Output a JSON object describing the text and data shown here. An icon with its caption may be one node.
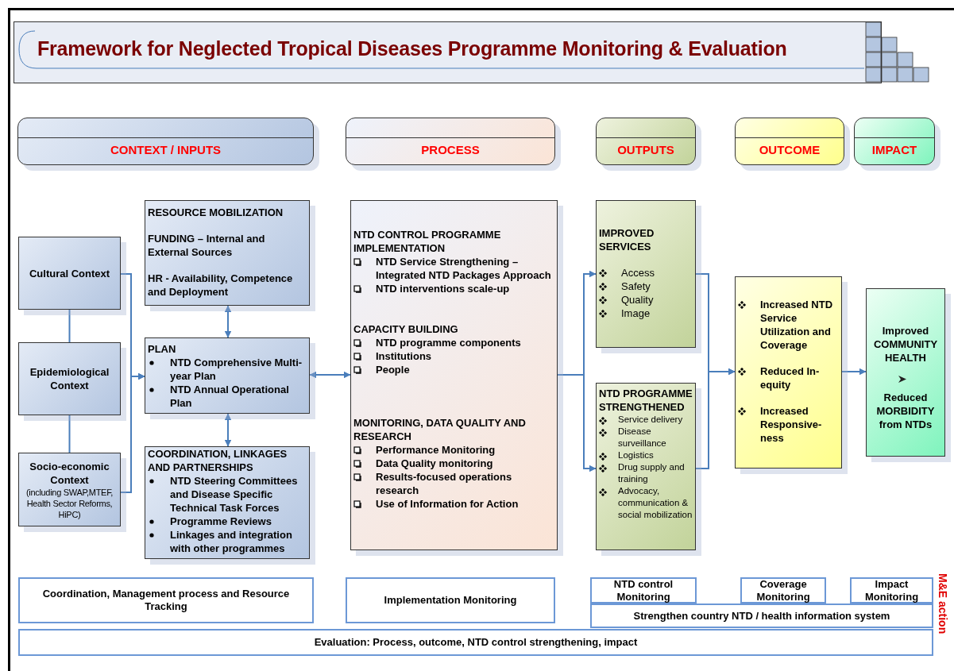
{
  "diagram": {
    "title": "Framework for Neglected Tropical Diseases Programme Monitoring & Evaluation",
    "nodes": [
      {
        "text": [
          "CONTEXT / INPUTS"
        ]
      },
      {
        "text": [
          "PROCESS"
        ]
      },
      {
        "text": [
          "OUTPUTS"
        ]
      },
      {
        "text": [
          "OUTCOME"
        ]
      },
      {
        "text": [
          "IMPACT"
        ]
      },
      {
        "text": [
          "Cultural Context"
        ]
      },
      {
        "text": [
          "Epidemiological Context"
        ]
      },
      {
        "text": [
          "Socio-economic Context",
          "(including SWAP,MTEF, Health Sector Reforms, HiPC)"
        ]
      },
      {
        "text": [
          "RESOURCE MOBILIZATION",
          "FUNDING – Internal  and External Sources",
          "HR - Availability, Competence and Deployment"
        ]
      },
      {
        "text": [
          "PLAN",
          "NTD Comprehensive Multi-year Plan",
          "NTD Annual Operational Plan"
        ]
      },
      {
        "text": [
          "COORDINATION, LINKAGES AND PARTNERSHIPS",
          "NTD Steering Committees and Disease Specific Technical Task Forces",
          "Programme Reviews",
          "Linkages and integration with other programmes"
        ]
      },
      {
        "text": [
          "NTD CONTROL PROGRAMME IMPLEMENTATION",
          "NTD Service Strengthening – Integrated NTD Packages Approach",
          "NTD interventions scale-up",
          "CAPACITY BUILDING",
          "NTD programme components",
          "Institutions",
          "People",
          "MONITORING, DATA QUALITY AND RESEARCH",
          "Performance Monitoring",
          "Data Quality monitoring",
          "Results-focused operations research",
          "Use of Information for Action"
        ]
      },
      {
        "text": [
          "IMPROVED SERVICES",
          "Access",
          "Safety",
          "Quality",
          "Image"
        ]
      },
      {
        "text": [
          "NTD PROGRAMME STRENGTHENED",
          "Service delivery",
          "Disease surveillance",
          "Logistics",
          "Drug supply and training",
          "Advocacy, communication & social mobilization"
        ]
      },
      {
        "text": [
          "Increased NTD Service Utilization and Coverage",
          "Reduced In-equity",
          "Increased Responsive-ness"
        ]
      },
      {
        "text": [
          "Improved COMMUNITY HEALTH",
          "Reduced MORBIDITY from NTDs"
        ]
      },
      {
        "text": [
          "Coordination, Management process and Resource Tracking"
        ]
      },
      {
        "text": [
          "Implementation Monitoring"
        ]
      },
      {
        "text": [
          "NTD control Monitoring"
        ]
      },
      {
        "text": [
          "Coverage Monitoring"
        ]
      },
      {
        "text": [
          "Impact Monitoring"
        ]
      },
      {
        "text": [
          "Strengthen country NTD / health information system"
        ]
      },
      {
        "text": [
          "Evaluation: Process, outcome, NTD control strengthening, impact"
        ]
      }
    ],
    "edges": [
      {
        "from": 5,
        "to": 6,
        "arrow": "none"
      },
      {
        "from": 6,
        "to": 7,
        "arrow": "none"
      },
      {
        "from": 5,
        "to": 9,
        "arrow": "to"
      },
      {
        "from": 7,
        "to": 9,
        "arrow": "to"
      },
      {
        "from": 8,
        "to": 9,
        "arrow": "both"
      },
      {
        "from": 9,
        "to": 10,
        "arrow": "both"
      },
      {
        "from": 9,
        "to": 11,
        "arrow": "both"
      },
      {
        "from": 11,
        "to": 12,
        "arrow": "to"
      },
      {
        "from": 11,
        "to": 13,
        "arrow": "to"
      },
      {
        "from": 12,
        "to": 14,
        "arrow": "to"
      },
      {
        "from": 13,
        "to": 14,
        "arrow": "to"
      },
      {
        "from": 14,
        "to": 15,
        "arrow": "to"
      }
    ],
    "labels": [
      "M&E action"
    ]
  }
}
